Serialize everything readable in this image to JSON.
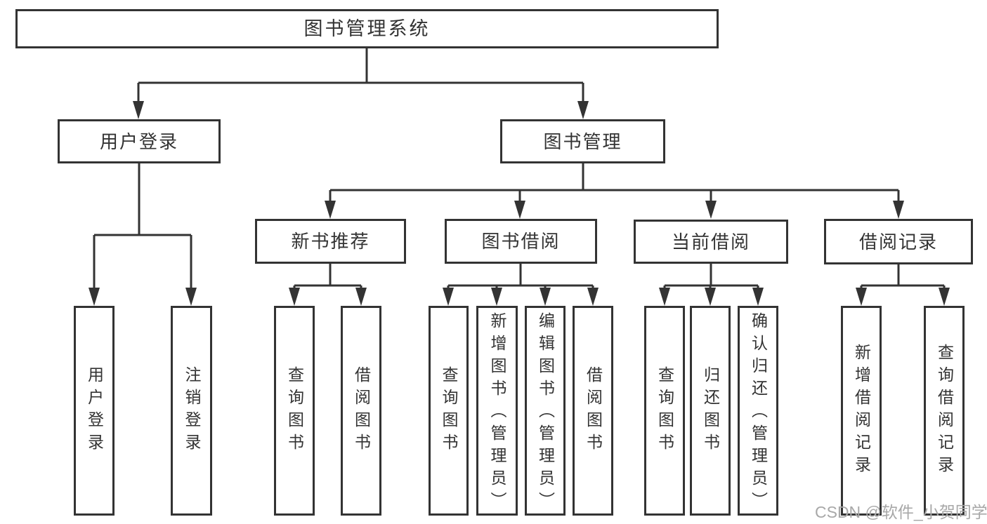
{
  "tree": {
    "root": "图书管理系统",
    "branches": [
      {
        "label": "用户登录",
        "children": [
          {
            "label": "用户登录"
          },
          {
            "label": "注销登录"
          }
        ]
      },
      {
        "label": "图书管理",
        "children": [
          {
            "label": "新书推荐",
            "children": [
              {
                "label": "查询图书"
              },
              {
                "label": "借阅图书"
              }
            ]
          },
          {
            "label": "图书借阅",
            "children": [
              {
                "label": "查询图书"
              },
              {
                "label": "新增图书（管理员）"
              },
              {
                "label": "编辑图书（管理员）"
              },
              {
                "label": "借阅图书"
              }
            ]
          },
          {
            "label": "当前借阅",
            "children": [
              {
                "label": "查询图书"
              },
              {
                "label": "归还图书"
              },
              {
                "label": "确认归还（管理员）"
              }
            ]
          },
          {
            "label": "借阅记录",
            "children": [
              {
                "label": "新增借阅记录"
              },
              {
                "label": "查询借阅记录"
              }
            ]
          }
        ]
      }
    ]
  },
  "watermark": {
    "text": "CSDN @软件_小贺同学"
  },
  "colors": {
    "line": "#333333",
    "text": "#333333",
    "box_background": "#ffffff",
    "watermark": "#a8a8a8",
    "page_background": "#ffffff"
  }
}
